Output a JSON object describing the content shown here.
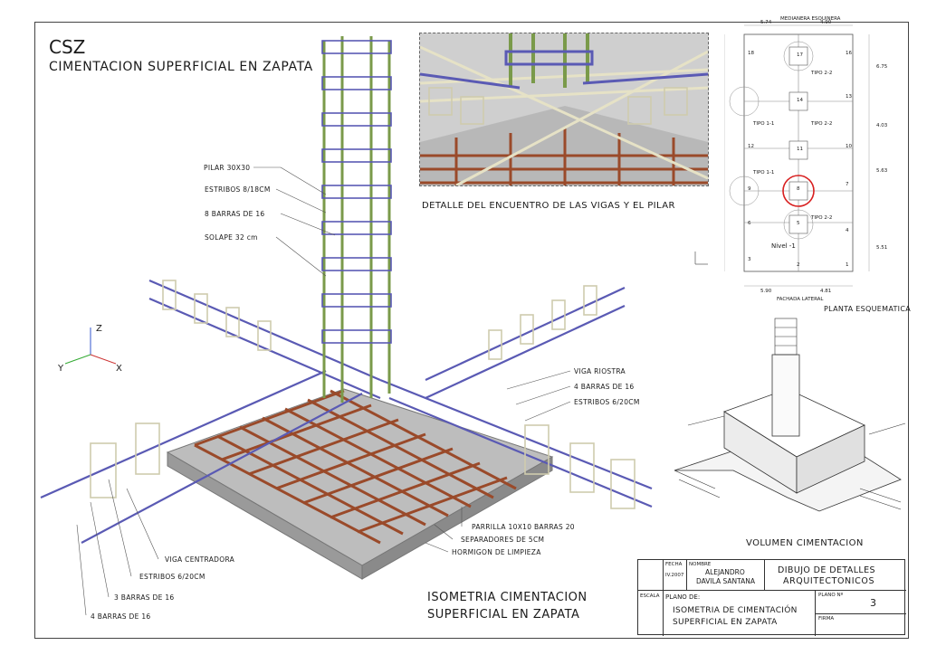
{
  "title": {
    "code": "CSZ",
    "subtitle": "CIMENTACION SUPERFICIAL EN ZAPATA"
  },
  "pillar_labels": [
    "PILAR 30X30",
    "ESTRIBOS 8/18CM",
    "8 BARRAS DE 16",
    "SOLAPE 32 cm"
  ],
  "beam_labels": [
    "VIGA RIOSTRA",
    "4 BARRAS DE 16",
    "ESTRIBOS 6/20CM"
  ],
  "footing_labels": [
    "PARRILLA 10X10 BARRAS 20",
    "SEPARADORES DE 5CM",
    "HORMIGON DE LIMPIEZA"
  ],
  "centering_labels": [
    "VIGA CENTRADORA",
    "ESTRIBOS 6/20CM",
    "3 BARRAS DE 16",
    "4 BARRAS DE 16"
  ],
  "detail_caption": "DETALLE DEL ENCUENTRO DE LAS VIGAS Y EL PILAR",
  "plan_caption": "PLANTA ESQUEMATICA",
  "volume_caption": "VOLUMEN CIMENTACION",
  "main_caption": {
    "line1": "ISOMETRIA CIMENTACION",
    "line2": "SUPERFICIAL EN ZAPATA"
  },
  "axes": {
    "z": "Z",
    "y": "Y",
    "x": "X"
  },
  "plan": {
    "level": "Nivel -1",
    "nodes": [
      "17",
      "14",
      "11",
      "8",
      "5",
      "18",
      "16",
      "13",
      "12",
      "10",
      "9",
      "7",
      "6",
      "4",
      "3",
      "2",
      "1"
    ],
    "types": [
      "TIPO 2-2",
      "TIPO 1-1",
      "TIPO 2-2",
      "TIPO 1-1",
      "TIPO 2-2"
    ],
    "dims": [
      "5.74",
      "4.90",
      "5.90",
      "4.81",
      "6.75",
      "4.03",
      "5.63",
      "5.51"
    ],
    "top_label": "MEDIANERA ESQUINERA",
    "bottom_label": "FACHADA LATERAL"
  },
  "title_block": {
    "fecha_label": "FECHA",
    "fecha": "IV.2007",
    "nombre_label": "NOMBRE",
    "author_line1": "ALEJANDRO",
    "author_line2": "DAVILA SANTANA",
    "course_line1": "DIBUJO DE DETALLES",
    "course_line2": "ARQUITECTONICOS",
    "escala_label": "ESCALA",
    "plano_de_label": "PLANO DE:",
    "plano_line1": "ISOMETRIA DE CIMENTACIÓN",
    "plano_line2": "SUPERFICIAL EN ZAPATA",
    "plano_n_label": "PLANO Nº",
    "plano_n": "3",
    "firma_label": "FIRMA"
  },
  "colors": {
    "rebar_green": "#7a9a4a",
    "rebar_blue": "#5a5ab4",
    "rebar_rust": "#9a4a2a",
    "rebar_cream": "#e6e2c6",
    "concrete": "#a8a8a8",
    "highlight": "#d82020"
  }
}
